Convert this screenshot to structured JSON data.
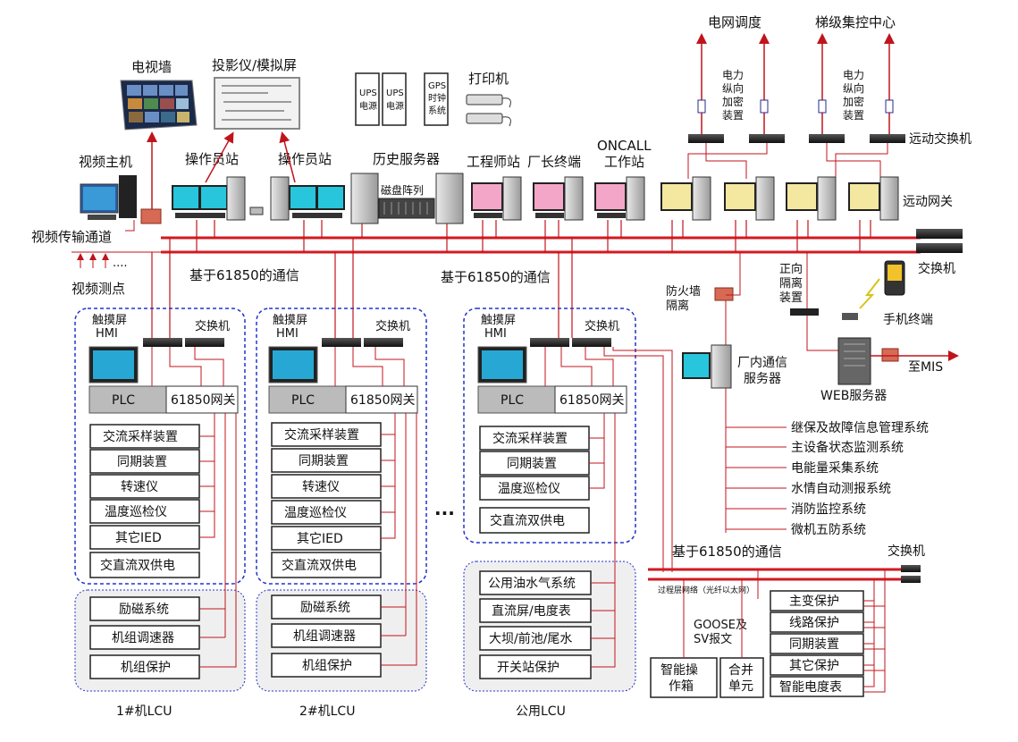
{
  "top": {
    "grid_dispatch": "电网调度",
    "cascade_center": "梯级集控中心",
    "encrypt_1": [
      "电力",
      "纵向",
      "加密",
      "装置"
    ],
    "encrypt_2": [
      "电力",
      "纵向",
      "加密",
      "装置"
    ],
    "remote_switch": "远动交换机",
    "remote_gateway": "远动网关",
    "tv_wall": "电视墙",
    "projector": "投影仪/模拟屏",
    "ups1": [
      "UPS",
      "电源"
    ],
    "ups2": [
      "UPS",
      "电源"
    ],
    "gps": [
      "GPS",
      "时钟",
      "系统"
    ],
    "printer": "打印机",
    "video_host": "视频主机",
    "op_station_1": "操作员站",
    "op_station_2": "操作员站",
    "history_server": "历史服务器",
    "disk_array": "磁盘阵列",
    "engineer_station": "工程师站",
    "director_terminal": "厂长终端",
    "oncall": [
      "ONCALL",
      "工作站"
    ],
    "video_channel": "视频传输通道",
    "video_points": "视频测点",
    "dots": "....",
    "comm_61850_a": "基于61850的通信",
    "comm_61850_b": "基于61850的通信",
    "switch_main": "交换机"
  },
  "right": {
    "firewall": [
      "防火墙",
      "隔离"
    ],
    "forward_isolation": [
      "正向",
      "隔离",
      "装置"
    ],
    "mobile": "手机终端",
    "plant_comm_server": [
      "厂内通信",
      "服务器"
    ],
    "web_server": "WEB服务器",
    "to_mis": "至MIS",
    "systems": [
      "继保及故障信息管理系统",
      "主设备状态监测系统",
      "电能量采集系统",
      "水情自动测报系统",
      "消防监控系统",
      "微机五防系统"
    ],
    "comm_61850_c": "基于61850的通信",
    "switch_bottom": "交换机",
    "process_net": "过程层网络（光纤以太网）",
    "goose": [
      "GOOSE及",
      "SV报文"
    ],
    "smart_box": [
      "智能操",
      "作箱"
    ],
    "merge_unit": [
      "合并",
      "单元"
    ],
    "protections": [
      "主变保护",
      "线路保护",
      "同期装置",
      "其它保护",
      "智能电度表"
    ]
  },
  "lcu": {
    "touchscreen": [
      "触摸屏",
      "HMI"
    ],
    "switch": "交换机",
    "plc": "PLC",
    "gateway": "61850网关",
    "unit_items": [
      "交流采样装置",
      "同期装置",
      "转速仪",
      "温度巡检仪",
      "其它IED",
      "交直流双供电"
    ],
    "unit_lower": [
      "励磁系统",
      "机组调速器",
      "机组保护"
    ],
    "common_items": [
      "交流采样装置",
      "同期装置",
      "温度巡检仪",
      "交直流双供电"
    ],
    "common_lower": [
      "公用油水气系统",
      "直流屏/电度表",
      "大坝/前池/尾水",
      "开关站保护"
    ],
    "ellipsis": "...",
    "lcu1_label": "1#机LCU",
    "lcu2_label": "2#机LCU",
    "common_label": "公用LCU"
  },
  "colors": {
    "bus_red": "#d21a20",
    "group_border": "#2233cc",
    "screen_cyan": "#27c6dc",
    "screen_pink": "#f4a6c8",
    "screen_yellow": "#f4e7a0"
  }
}
